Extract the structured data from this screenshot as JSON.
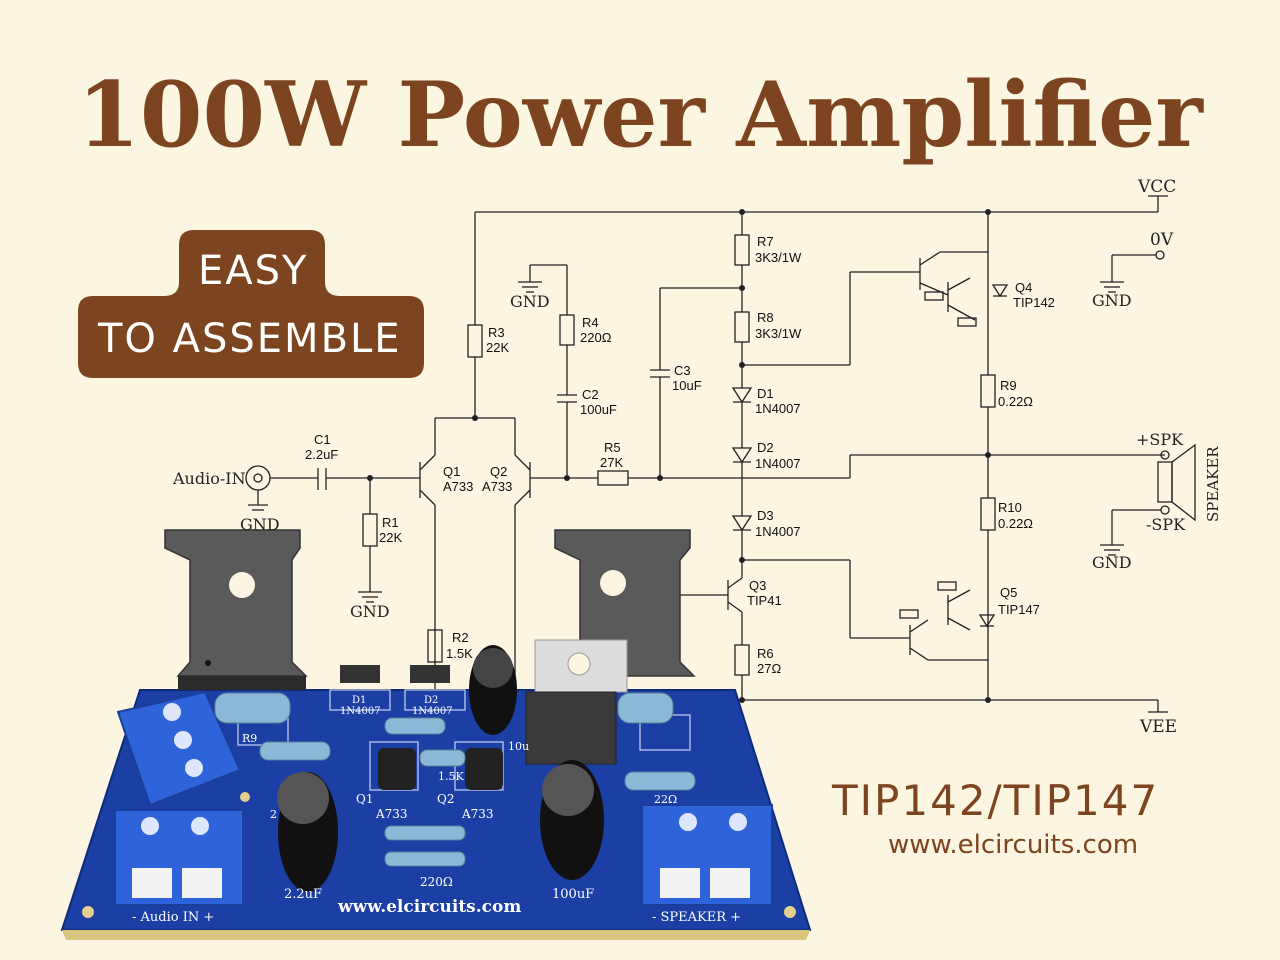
{
  "title": "100W Power Amplifier",
  "badge": {
    "line1": "EASY",
    "line2": "TO ASSEMBLE"
  },
  "part_number": "TIP142/TIP147",
  "website": "www.elcircuits.com",
  "colors": {
    "background": "#fbf5e2",
    "brand_brown": "#7d4420",
    "pcb_blue": "#1c3fa6",
    "terminal_blue": "#2f63d9"
  },
  "schematic": {
    "rails": {
      "vcc": "VCC",
      "vee": "VEE",
      "zero_v": "0V",
      "gnd": "GND"
    },
    "input": "Audio-IN",
    "speaker": {
      "pos": "+SPK",
      "neg": "-SPK",
      "label": "SPEAKER"
    },
    "components": [
      {
        "ref": "C1",
        "value": "2.2uF"
      },
      {
        "ref": "R1",
        "value": "22K"
      },
      {
        "ref": "R2",
        "value": "1.5K"
      },
      {
        "ref": "R3",
        "value": "22K"
      },
      {
        "ref": "R4",
        "value": "220Ω"
      },
      {
        "ref": "C2",
        "value": "100uF"
      },
      {
        "ref": "C3",
        "value": "10uF"
      },
      {
        "ref": "R5",
        "value": "27K"
      },
      {
        "ref": "R7",
        "value": "3K3/1W"
      },
      {
        "ref": "R8",
        "value": "3K3/1W"
      },
      {
        "ref": "D1",
        "value": "1N4007"
      },
      {
        "ref": "D2",
        "value": "1N4007"
      },
      {
        "ref": "D3",
        "value": "1N4007"
      },
      {
        "ref": "Q1",
        "value": "A733"
      },
      {
        "ref": "Q2",
        "value": "A733"
      },
      {
        "ref": "Q3",
        "value": "TIP41"
      },
      {
        "ref": "R6",
        "value": "27Ω"
      },
      {
        "ref": "Q4",
        "value": "TIP142"
      },
      {
        "ref": "Q5",
        "value": "TIP147"
      },
      {
        "ref": "R9",
        "value": "0.22Ω"
      },
      {
        "ref": "R10",
        "value": "0.22Ω"
      }
    ]
  },
  "pcb": {
    "labels": {
      "audio_in": "- Audio IN +",
      "speaker": "- SPEAKER +",
      "website": "www.elcircuits.com",
      "c1": "2.2uF",
      "c2": "100uF",
      "r4": "220Ω",
      "q1": "Q1",
      "q1_type": "A733",
      "q2": "Q2",
      "q2_type": "A733",
      "d1": "D1",
      "d1_type": "1N4007",
      "d2": "D2",
      "d2_type": "1N4007",
      "r9": "R9",
      "r2": "1.5K",
      "r6": "22Ω",
      "r3": "2",
      "c3": "10u"
    }
  }
}
